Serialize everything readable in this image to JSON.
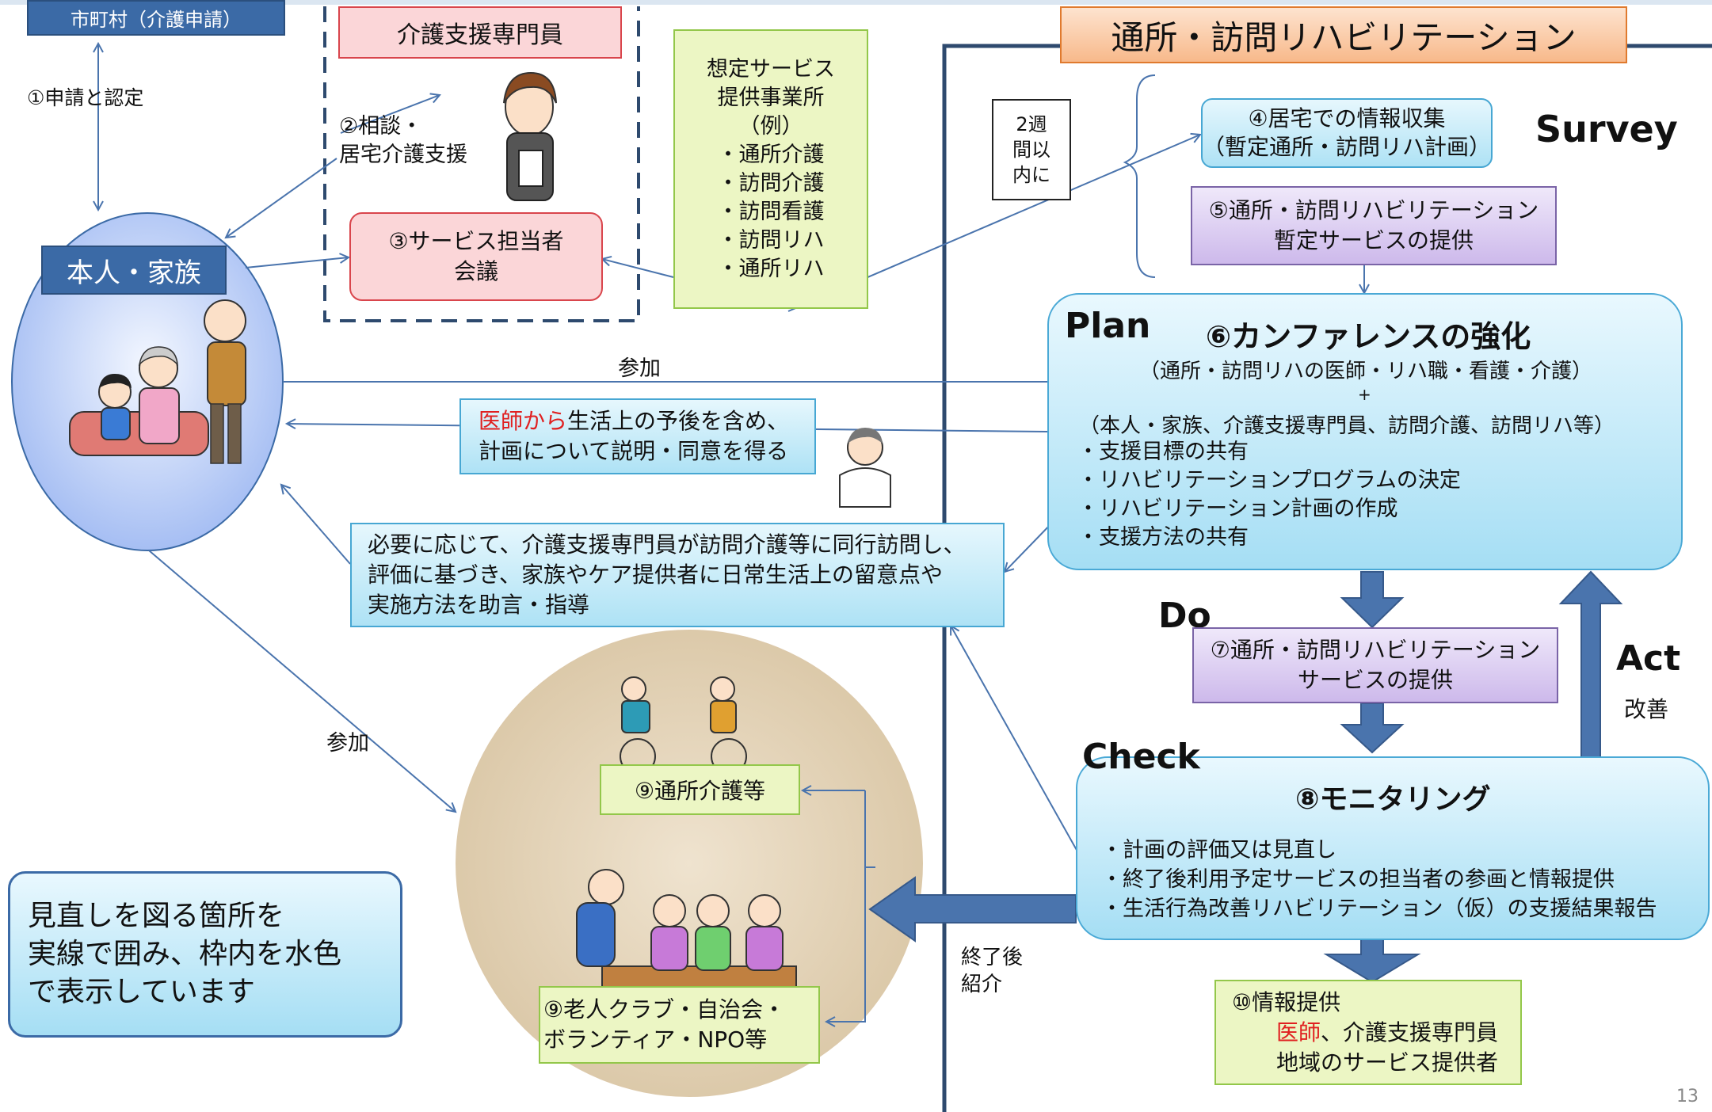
{
  "municipality": "市町村（介護申請）",
  "care_manager_title": "介護支援専門員",
  "service_providers": {
    "lines": [
      "想定サービス",
      "提供事業所",
      "（例）",
      "・通所介護",
      "・訪問介護",
      "・訪問看護",
      "・訪問リハ",
      "・通所リハ"
    ]
  },
  "rehab_title": "通所・訪問リハビリテーション",
  "step1": "①申請と認定",
  "step2": {
    "line1": "②相談・",
    "line2": "居宅介護支援"
  },
  "step3": {
    "line1": "③サービス担当者",
    "line2": "会議"
  },
  "family_label": "本人・家族",
  "two_weeks": {
    "line1": "2週",
    "line2": "間以",
    "line3": "内に"
  },
  "step4": {
    "line1": "④居宅での情報収集",
    "line2": "（暫定通所・訪問リハ計画）"
  },
  "survey_label": "Survey",
  "step5": {
    "line1": "⑤通所・訪問リハビリテーション",
    "line2": "暫定サービスの提供"
  },
  "plan_label": "Plan",
  "step6": {
    "title": "⑥カンファレンスの強化",
    "sub1": "（通所・訪問リハの医師・リハ職・看護・介護）",
    "plus": "+",
    "sub2": "（本人・家族、介護支援専門員、訪問介護、訪問リハ等）",
    "items": [
      "・支援目標の共有",
      "・リハビリテーションプログラムの決定",
      "・リハビリテーション計画の作成",
      "・支援方法の共有"
    ]
  },
  "participation_1": "参加",
  "doctor_explain": {
    "red": "医師から",
    "rest1": "生活上の予後を含め、",
    "line2": "計画について説明・同意を得る"
  },
  "home_visit_advice": {
    "line1": "必要に応じて、介護支援専門員が訪問介護等に同行訪問し、",
    "line2": "評価に基づき、家族やケア提供者に日常生活上の留意点や",
    "line3": "実施方法を助言・指導"
  },
  "do_label": "Do",
  "step7": {
    "line1": "⑦通所・訪問リハビリテーション",
    "line2": "サービスの提供"
  },
  "act_label": "Act",
  "act_sub": "改善",
  "check_label": "Check",
  "step8": {
    "title": "⑧モニタリング",
    "items": [
      "・計画の評価又は見直し",
      "・終了後利用予定サービスの担当者の参画と情報提供",
      "・生活行為改善リハビリテーション（仮）の支援結果報告"
    ]
  },
  "participation_2": "参加",
  "day_care": "⑨通所介護等",
  "clubs": {
    "line1": "⑨老人クラブ・自治会・",
    "line2": "ボランティア・NPO等"
  },
  "after_end": {
    "line1": "終了後",
    "line2": "紹介"
  },
  "step10": {
    "line1": "⑩情報提供",
    "red": "医師",
    "rest2": "、介護支援専門員",
    "line3": "地域のサービス提供者"
  },
  "legend_note": {
    "line1": "見直しを図る箇所を",
    "line2": "実線で囲み、枠内を水色",
    "line3": "で表示しています"
  },
  "page_number": "13",
  "colors": {
    "arrow_blue": "#4a74ad",
    "dark_frame": "#2e4a6e",
    "cyan_fill": "#aee2f5",
    "purple_fill": "#cdb9eb",
    "orange_fill": "#f8b98b",
    "pink_fill": "#fbd6d8",
    "green_fill": "#ecf6c4",
    "red_text": "#e02020"
  }
}
